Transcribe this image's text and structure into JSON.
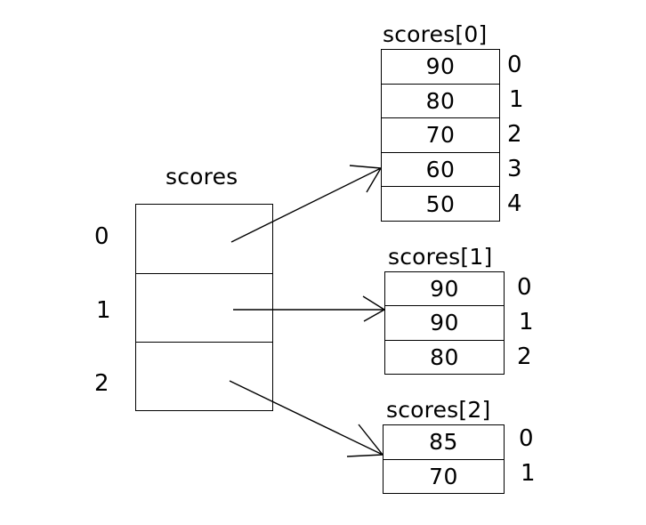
{
  "diagram": {
    "kind": "jagged-array-memory-diagram",
    "outer_array": {
      "title": "scores",
      "index_labels": [
        "0",
        "1",
        "2"
      ],
      "cells": [
        "",
        "",
        ""
      ]
    },
    "inner_arrays": [
      {
        "title": "scores[0]",
        "values": [
          "90",
          "80",
          "70",
          "60",
          "50"
        ],
        "index_labels": [
          "0",
          "1",
          "2",
          "3",
          "4"
        ]
      },
      {
        "title": "scores[1]",
        "values": [
          "90",
          "90",
          "80"
        ],
        "index_labels": [
          "0",
          "1",
          "2"
        ]
      },
      {
        "title": "scores[2]",
        "values": [
          "85",
          "70"
        ],
        "index_labels": [
          "0",
          "1"
        ]
      }
    ],
    "arrows": [
      {
        "name": "arrow-outer0-to-scores0",
        "from_row": "0",
        "to_array": "scores[0]"
      },
      {
        "name": "arrow-outer1-to-scores1",
        "from_row": "1",
        "to_array": "scores[1]"
      },
      {
        "name": "arrow-outer2-to-scores2",
        "from_row": "2",
        "to_array": "scores[2]"
      }
    ],
    "colors": {
      "background": "#ffffff",
      "stroke": "#000000",
      "text": "#000000"
    }
  }
}
